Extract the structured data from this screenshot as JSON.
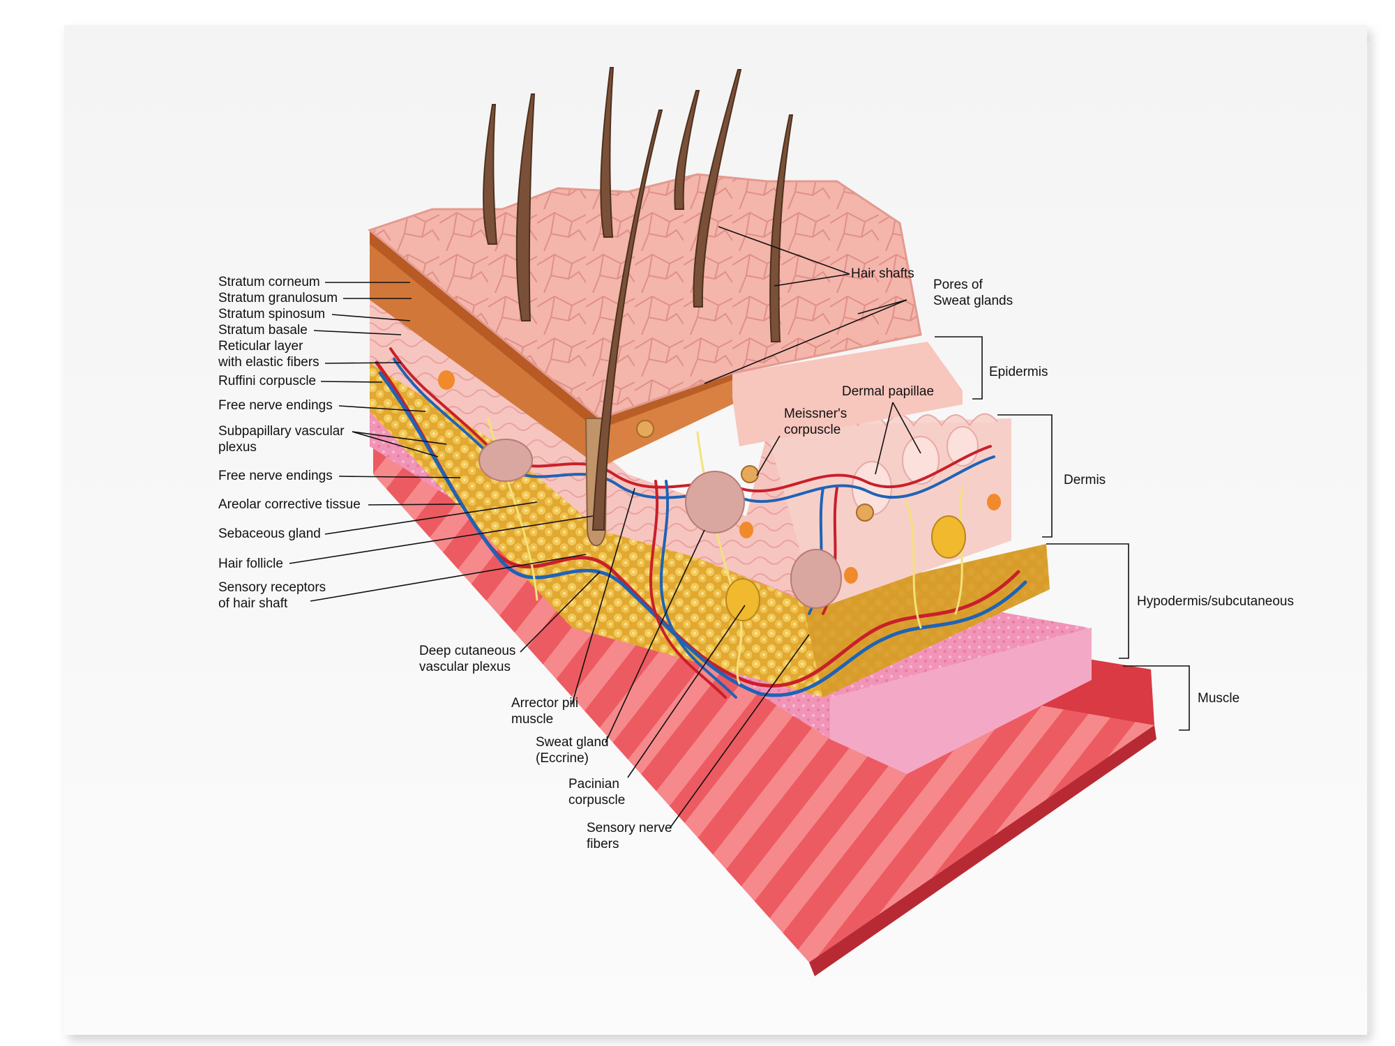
{
  "labels": {
    "stratum_corneum": "Stratum corneum",
    "stratum_granulosum": "Stratum granulosum",
    "stratum_spinosum": "Stratum spinosum",
    "stratum_basale": "Stratum basale",
    "reticular_layer": "Reticular layer\nwith elastic fibers",
    "ruffini_corpuscle": "Ruffini corpuscle",
    "free_nerve_endings_1": "Free nerve endings",
    "subpapillary_plexus": "Subpapillary vascular\nplexus",
    "free_nerve_endings_2": "Free nerve endings",
    "areolar_tissue": "Areolar corrective tissue",
    "sebaceous_gland": "Sebaceous gland",
    "hair_follicle": "Hair follicle",
    "sensory_receptors": "Sensory receptors\nof hair shaft",
    "deep_cutaneous_plexus": "Deep cutaneous\nvascular plexus",
    "arrector_pili": "Arrector pili\nmuscle",
    "sweat_gland": "Sweat gland\n(Eccrine)",
    "pacinian_corpuscle": "Pacinian\ncorpuscle",
    "sensory_nerve_fibers": "Sensory nerve\nfibers",
    "hair_shafts": "Hair shafts",
    "pores_sweat_glands": "Pores of\nSweat glands",
    "dermal_papillae": "Dermal papillae",
    "meissners_corpuscle": "Meissner's\ncorpuscle",
    "epidermis": "Epidermis",
    "dermis": "Dermis",
    "hypodermis": "Hypodermis/subcutaneous",
    "muscle": "Muscle"
  },
  "colors": {
    "epidermis_surface": "#f2b3a8",
    "epidermis_edge": "#c96a2c",
    "dermis": "#f5c7c0",
    "fat": "#e6b33d",
    "loose_tissue": "#f08fb0",
    "muscle": "#ec5a5e",
    "hair": "#7a5138",
    "artery": "#c8202a",
    "vein": "#1f63b5",
    "nerve": "#f3e27a"
  }
}
